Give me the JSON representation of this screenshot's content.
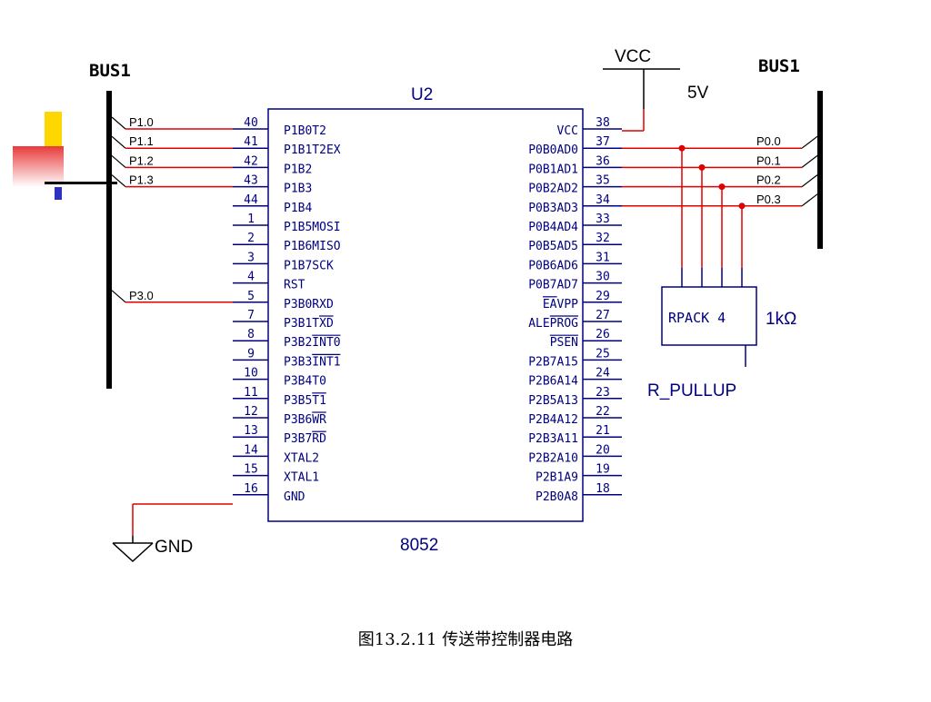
{
  "colors": {
    "wire": "#e00000",
    "chip": "#000080",
    "bus": "#000000",
    "accent_yellow": "#ffd700",
    "accent_red": "#e83a3a",
    "accent_blue": "#3030c0"
  },
  "bus_left": {
    "title": "BUS1",
    "nets": [
      "P1.0",
      "P1.1",
      "P1.2",
      "P1.3",
      "P3.0"
    ]
  },
  "bus_right": {
    "title": "BUS1",
    "nets": [
      "P0.0",
      "P0.1",
      "P0.2",
      "P0.3"
    ]
  },
  "chip": {
    "ref": "U2",
    "part": "8052",
    "left_pins": [
      {
        "num": "40",
        "name": "P1B0T2"
      },
      {
        "num": "41",
        "name": "P1B1T2EX"
      },
      {
        "num": "42",
        "name": "P1B2"
      },
      {
        "num": "43",
        "name": "P1B3"
      },
      {
        "num": "44",
        "name": "P1B4"
      },
      {
        "num": "1",
        "name": "P1B5MOSI"
      },
      {
        "num": "2",
        "name": "P1B6MISO"
      },
      {
        "num": "3",
        "name": "P1B7SCK"
      },
      {
        "num": "4",
        "name": "RST"
      },
      {
        "num": "5",
        "name": "P3B0RXD"
      },
      {
        "num": "7",
        "name": "P3B1TXD"
      },
      {
        "num": "8",
        "name": "P3B2INT0"
      },
      {
        "num": "9",
        "name": "P3B3INT1"
      },
      {
        "num": "10",
        "name": "P3B4T0"
      },
      {
        "num": "11",
        "name": "P3B5T1"
      },
      {
        "num": "12",
        "name": "P3B6WR"
      },
      {
        "num": "13",
        "name": "P3B7RD"
      },
      {
        "num": "14",
        "name": "XTAL2"
      },
      {
        "num": "15",
        "name": "XTAL1"
      },
      {
        "num": "16",
        "name": "GND"
      }
    ],
    "right_pins": [
      {
        "num": "38",
        "name": "VCC"
      },
      {
        "num": "37",
        "name": "P0B0AD0"
      },
      {
        "num": "36",
        "name": "P0B1AD1"
      },
      {
        "num": "35",
        "name": "P0B2AD2"
      },
      {
        "num": "34",
        "name": "P0B3AD3"
      },
      {
        "num": "33",
        "name": "P0B4AD4"
      },
      {
        "num": "32",
        "name": "P0B5AD5"
      },
      {
        "num": "31",
        "name": "P0B6AD6"
      },
      {
        "num": "30",
        "name": "P0B7AD7"
      },
      {
        "num": "29",
        "name": "EAVPP"
      },
      {
        "num": "27",
        "name": "ALEPROG"
      },
      {
        "num": "26",
        "name": "PSEN"
      },
      {
        "num": "25",
        "name": "P2B7A15"
      },
      {
        "num": "24",
        "name": "P2B6A14"
      },
      {
        "num": "23",
        "name": "P2B5A13"
      },
      {
        "num": "22",
        "name": "P2B4A12"
      },
      {
        "num": "21",
        "name": "P2B3A11"
      },
      {
        "num": "20",
        "name": "P2B2A10"
      },
      {
        "num": "19",
        "name": "P2B1A9"
      },
      {
        "num": "18",
        "name": "P2B0A8"
      }
    ]
  },
  "power": {
    "vcc_label": "VCC",
    "voltage": "5V",
    "gnd_label": "GND"
  },
  "resistor": {
    "name": "RPACK 4",
    "value": "1kΩ",
    "net": "R_PULLUP"
  },
  "caption": "图13.2.11 传送带控制器电路"
}
